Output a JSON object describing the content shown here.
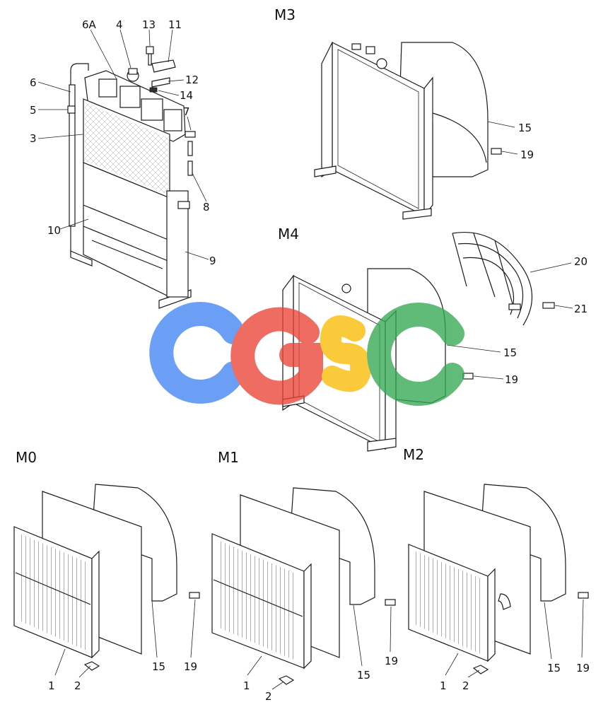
{
  "sections": {
    "m3": "M3",
    "m4": "M4",
    "m0": "M0",
    "m1": "M1",
    "m2": "M2"
  },
  "callouts": {
    "main": [
      "6A",
      "4",
      "13",
      "11",
      "6",
      "12",
      "14",
      "5",
      "7",
      "3",
      "8",
      "10",
      "9"
    ],
    "m3": [
      "15",
      "19"
    ],
    "m4": [
      "20",
      "21",
      "15",
      "19"
    ],
    "m0": [
      "1",
      "2",
      "15",
      "19"
    ],
    "m1": [
      "1",
      "2",
      "15",
      "19"
    ],
    "m2": [
      "1",
      "2",
      "15",
      "19"
    ]
  },
  "watermark": {
    "letters": [
      "C",
      "G",
      "S",
      "C"
    ],
    "colors": [
      "#4285f4",
      "#ea4335",
      "#fbbc05",
      "#34a853"
    ]
  }
}
